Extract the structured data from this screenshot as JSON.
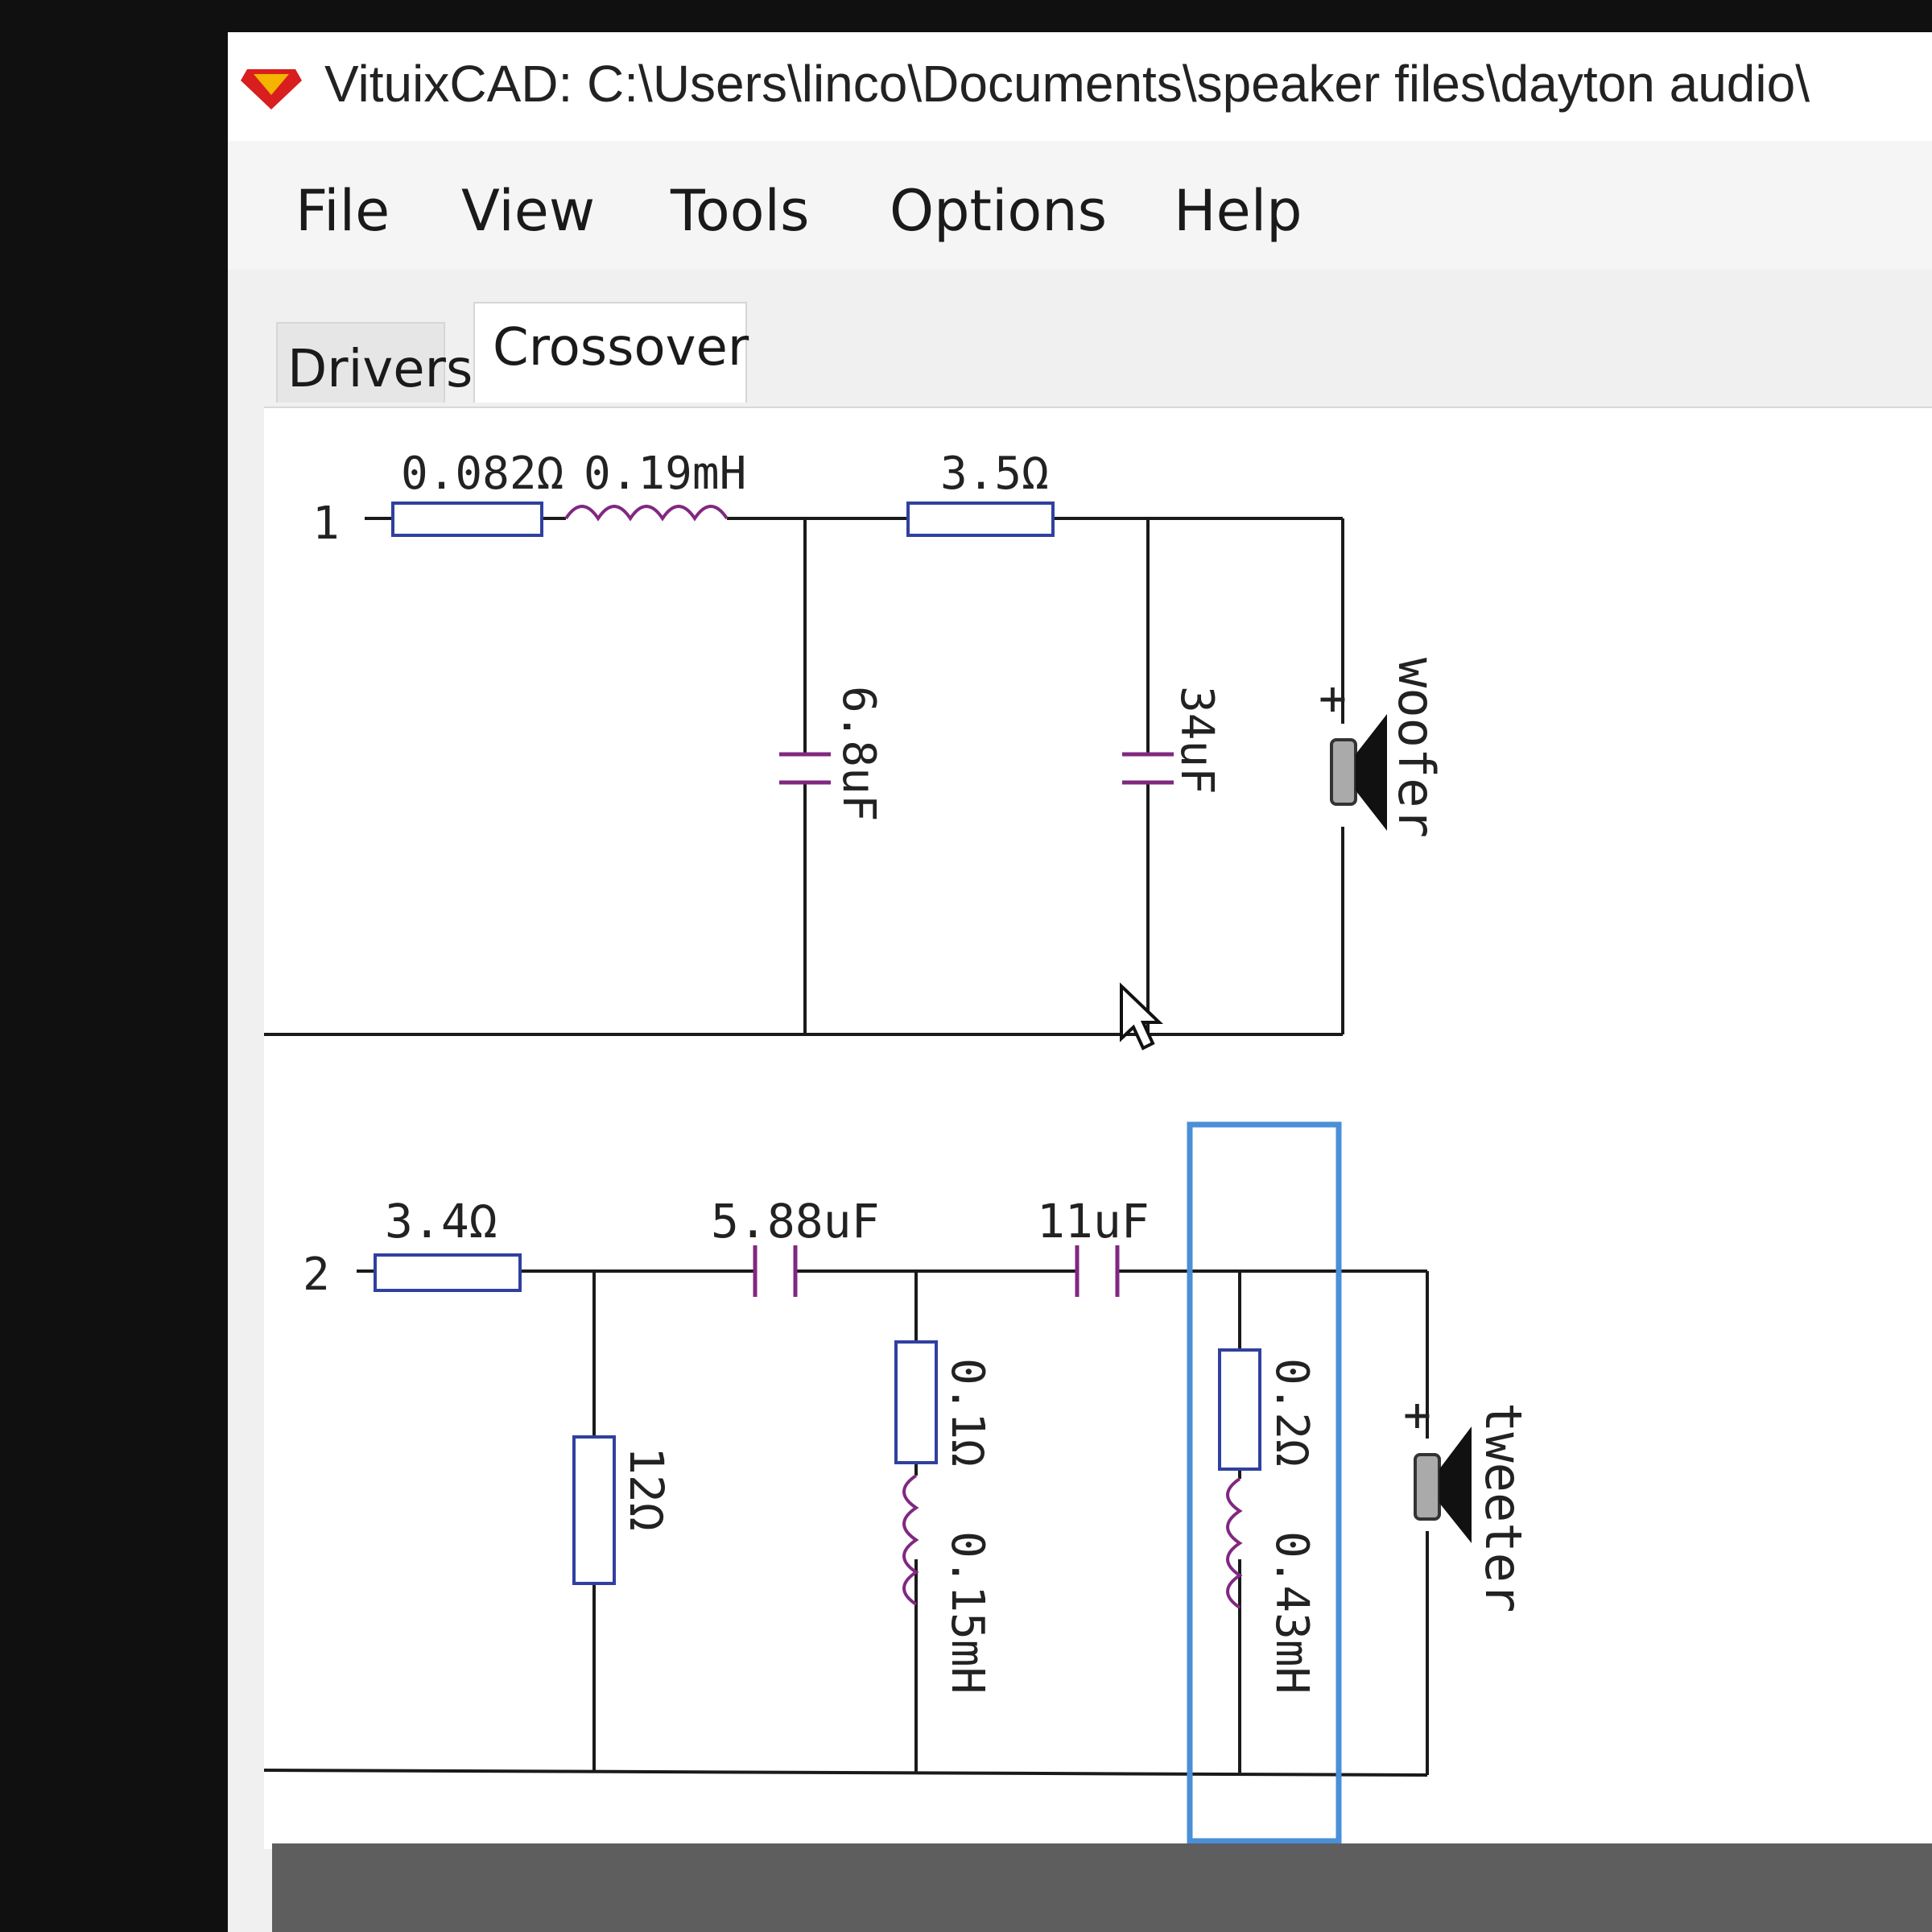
{
  "window": {
    "title": "VituixCAD: C:\\Users\\linco\\Documents\\speaker files\\dayton audio\\"
  },
  "menu": [
    "File",
    "View",
    "Tools",
    "Options",
    "Help"
  ],
  "tabs": [
    {
      "label": "Drivers",
      "active": false
    },
    {
      "label": "Crossover",
      "active": true
    }
  ],
  "circuit1": {
    "port": "1",
    "r_series": "0.082Ω",
    "l_series": "0.19mH",
    "r2": "3.5Ω",
    "c1": "6.8uF",
    "c2": "34uF",
    "driver": "woofer",
    "plus": "+"
  },
  "circuit2": {
    "port": "2",
    "r_series": "3.4Ω",
    "c_series1": "5.88uF",
    "c_series2": "11uF",
    "r_shunt": "12Ω",
    "r_shunt2": "0.1Ω",
    "l_shunt2": "0.15mH",
    "r_shunt3": "0.2Ω",
    "l_shunt3": "0.43mH",
    "driver": "tweeter",
    "plus": "+"
  },
  "colors": {
    "wire": "#1a1a1a",
    "resistor": "#3040a0",
    "capacitor": "#802880",
    "selection": "#4a8fd8",
    "bottom_panel": "#5e5e5e"
  }
}
